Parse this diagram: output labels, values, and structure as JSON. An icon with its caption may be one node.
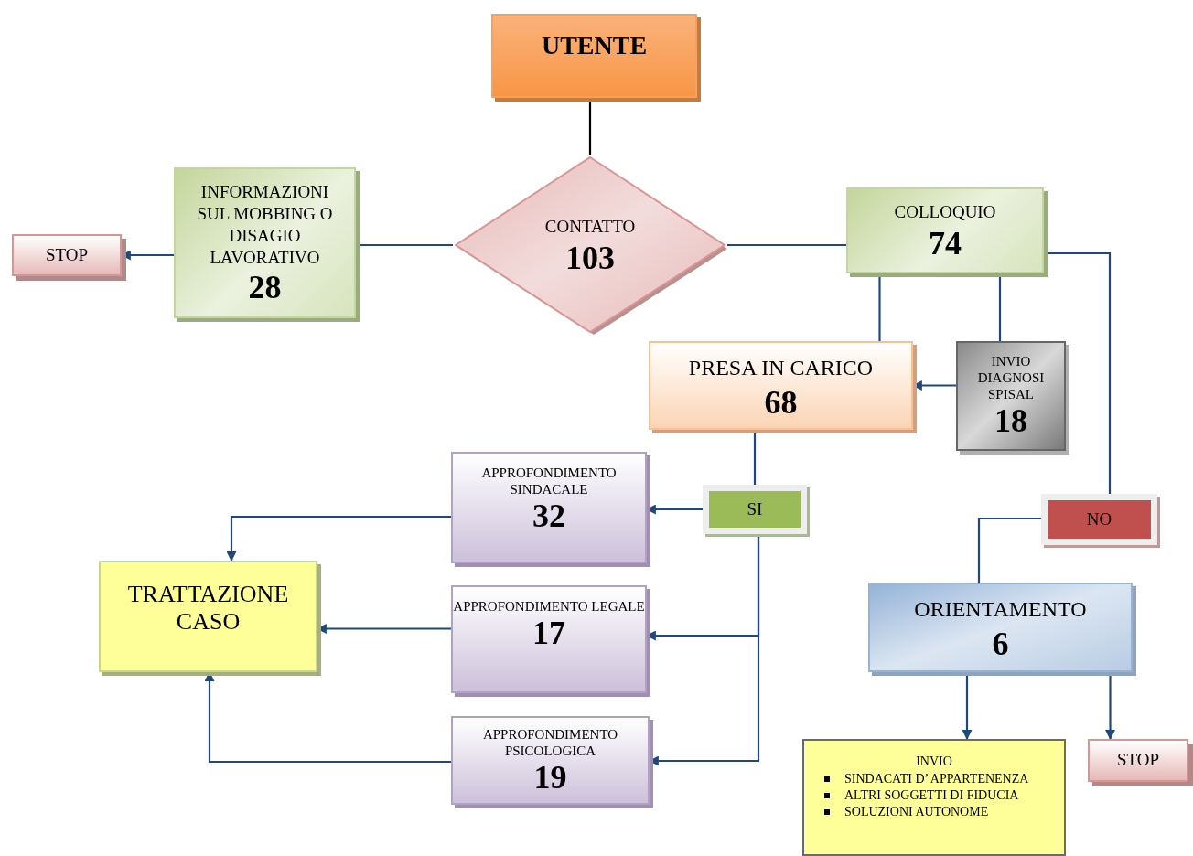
{
  "diagram": {
    "nodes": [
      {
        "text": [
          "UTENTE"
        ]
      },
      {
        "text": [
          "STOP"
        ]
      },
      {
        "text": [
          "INFORMAZIONI SUL MOBBING O DISAGIO LAVORATIVO",
          "28"
        ]
      },
      {
        "text": [
          "CONTATTO",
          "103"
        ]
      },
      {
        "text": [
          "COLLOQUIO",
          "74"
        ]
      },
      {
        "text": [
          "PRESA IN CARICO",
          "68"
        ]
      },
      {
        "text": [
          "INVIO DIAGNOSI SPISAL",
          "18"
        ]
      },
      {
        "text": [
          "APPROFONDIMENTO SINDACALE",
          "32"
        ]
      },
      {
        "text": [
          "SI"
        ]
      },
      {
        "text": [
          "NO"
        ]
      },
      {
        "text": [
          "TRATTAZIONE CASO"
        ]
      },
      {
        "text": [
          "APPROFONDIMENTO LEGALE",
          "17"
        ]
      },
      {
        "text": [
          "ORIENTAMENTO",
          "6"
        ]
      },
      {
        "text": [
          "APPROFONDIMENTO PSICOLOGICA",
          "19"
        ]
      },
      {
        "text": [
          "INVIO",
          "SINDACATI D’ APPARTENENZA",
          "ALTRI SOGGETTI DI FIDUCIA",
          "SOLUZIONI AUTONOME"
        ]
      },
      {
        "text": [
          "STOP"
        ]
      }
    ],
    "edges": [
      {
        "from": 0,
        "to": 3,
        "arrow": "none",
        "color": "#000000"
      },
      {
        "from": 2,
        "to": 1,
        "arrow": "to"
      },
      {
        "from": 3,
        "to": 2,
        "arrow": "none"
      },
      {
        "from": 3,
        "to": 4,
        "arrow": "none"
      },
      {
        "from": 4,
        "to": 5,
        "arrow": "none"
      },
      {
        "from": 4,
        "to": 6,
        "arrow": "none"
      },
      {
        "from": 6,
        "to": 5,
        "arrow": "to"
      },
      {
        "from": 4,
        "to": 9,
        "arrow": "none"
      },
      {
        "from": 5,
        "to": 8,
        "arrow": "none"
      },
      {
        "from": 8,
        "to": 7,
        "arrow": "to"
      },
      {
        "from": 8,
        "to": 11,
        "arrow": "to"
      },
      {
        "from": 8,
        "to": 13,
        "arrow": "to"
      },
      {
        "from": 7,
        "to": 10,
        "arrow": "to"
      },
      {
        "from": 11,
        "to": 10,
        "arrow": "to"
      },
      {
        "from": 13,
        "to": 10,
        "arrow": "to"
      },
      {
        "from": 9,
        "to": 12,
        "arrow": "none"
      },
      {
        "from": 12,
        "to": 14,
        "arrow": "to"
      },
      {
        "from": 12,
        "to": 15,
        "arrow": "to"
      }
    ]
  }
}
